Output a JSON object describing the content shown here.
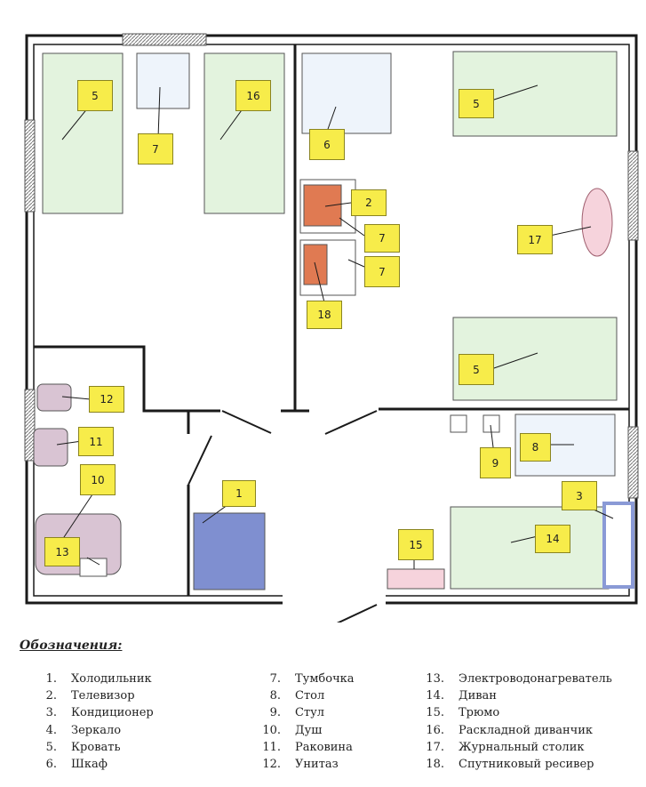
{
  "markers": {
    "bed_left": "5",
    "nightstand_top": "7",
    "folding_sofa": "16",
    "wardrobe": "6",
    "bed_top_right": "5",
    "tv": "2",
    "nightstand_mid": "7",
    "nightstand_low": "7",
    "satellite": "18",
    "coffee_table": "17",
    "bed_mid_right": "5",
    "toilet": "12",
    "sink": "11",
    "shower": "10",
    "water_heater": "13",
    "fridge": "1",
    "chair": "9",
    "table": "8",
    "air_conditioner": "3",
    "dresser": "15",
    "sofa": "14"
  },
  "legend": {
    "title": "Обозначения:",
    "col1": [
      {
        "num": "1.",
        "text": "Холодильник"
      },
      {
        "num": "2.",
        "text": "Телевизор"
      },
      {
        "num": "3.",
        "text": "Кондиционер"
      },
      {
        "num": "4.",
        "text": "Зеркало"
      },
      {
        "num": "5.",
        "text": "Кровать"
      },
      {
        "num": "6.",
        "text": "Шкаф"
      }
    ],
    "col2": [
      {
        "num": "7.",
        "text": "Тумбочка"
      },
      {
        "num": "8.",
        "text": "Стол"
      },
      {
        "num": "9.",
        "text": "Стул"
      },
      {
        "num": "10.",
        "text": "Душ"
      },
      {
        "num": "11.",
        "text": "Раковина"
      },
      {
        "num": "12.",
        "text": "Унитаз"
      }
    ],
    "col3": [
      {
        "num": "13.",
        "text": "Электроводонагреватель"
      },
      {
        "num": "14.",
        "text": "Диван"
      },
      {
        "num": "15.",
        "text": "Трюмо"
      },
      {
        "num": "16.",
        "text": "Раскладной диванчик"
      },
      {
        "num": "17.",
        "text": "Журнальный столик"
      },
      {
        "num": "18.",
        "text": "Спутниковый ресивер"
      }
    ]
  },
  "colors": {
    "label_fill": "#f7ec4a",
    "bed_fill": "#e3f3de",
    "tv_fill": "#e07a52",
    "fridge_fill": "#7f8fd0",
    "bath_fill": "#d9c4d3",
    "coffee_table_fill": "#f6d3dc",
    "wall": "#1a1a1a",
    "window": "#888888"
  }
}
